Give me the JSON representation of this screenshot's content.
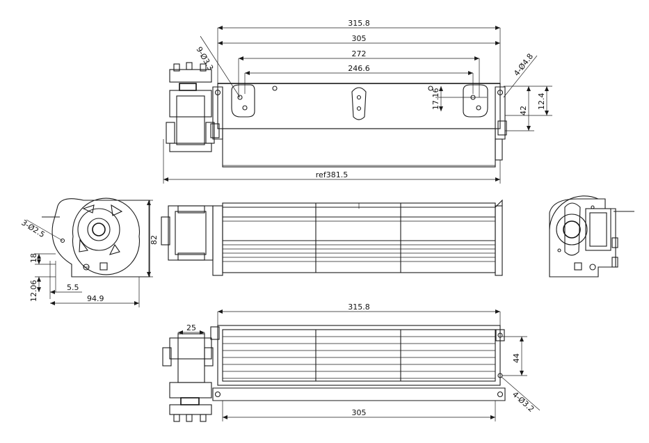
{
  "drawing": {
    "top_view": {
      "overall_length": "315.8",
      "mount_span": "305",
      "hole_span": "272",
      "slot_span": "246.6",
      "holes_left": "9-Ø3.3",
      "holes_right": "4-Ø4.8",
      "vertical_a": "17.16",
      "vertical_b": "42",
      "vertical_c": "12.4",
      "reference_length": "ref381.5"
    },
    "left_end_view": {
      "holes": "3-Ø2.5",
      "height": "82",
      "dim_18": "18",
      "dim_12_06": "12.06",
      "dim_5_5": "5.5",
      "width": "94.9"
    },
    "bottom_view": {
      "overall_length": "315.8",
      "motor_width": "25",
      "mount_span": "305",
      "side_dim": "44",
      "holes": "4-Ø3.2"
    }
  }
}
